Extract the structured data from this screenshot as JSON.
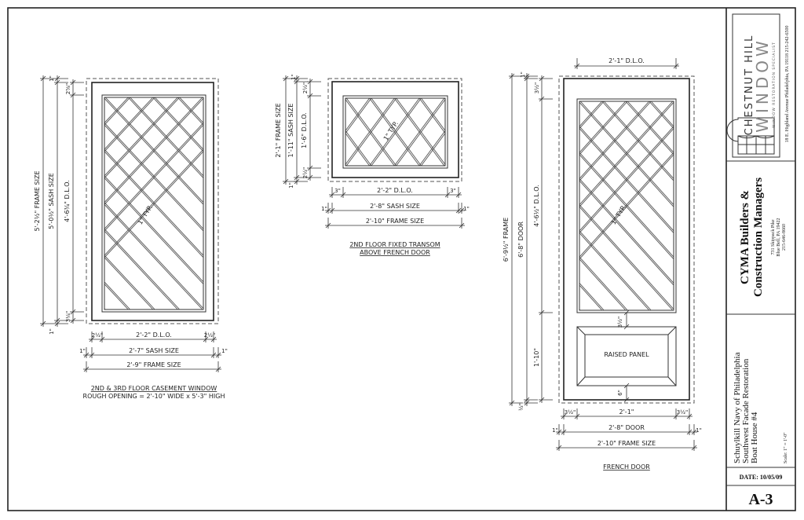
{
  "casement": {
    "frame_v": "5'-2½\" FRAME SIZE",
    "sash_v": "5'-0½\" SASH SIZE",
    "dlo_v": "4'-6¾\" D.L.O.",
    "top_frame": "1\"",
    "top_sash": "2⅝\"",
    "bot_sash": "3¼\"",
    "bot_frame": "1\"",
    "left_sash": "2½\"",
    "dlo_h": "2'-2\" D.L.O.",
    "right_sash": "2½\"",
    "left_frame": "1\"",
    "sash_h": "2'-7\" SASH SIZE",
    "right_frame": "1\"",
    "frame_h": "2'-9\" FRAME SIZE",
    "typ": "1\" TYP.",
    "title": "2ND & 3RD FLOOR CASEMENT WINDOW",
    "subtitle": "ROUGH OPENING = 2'-10\" WIDE x 5'-3\" HIGH"
  },
  "transom": {
    "frame_v": "2'-1\" FRAME SIZE",
    "sash_v": "1'-11\" SASH SIZE",
    "dlo_v": "1'-6\" D.L.O.",
    "top_frame": "1\"",
    "top_sash": "2½\"",
    "bot_sash": "2½\"",
    "bot_frame": "1\"",
    "left_sash": "3\"",
    "dlo_h": "2'-2\" D.L.O.",
    "right_sash": "3\"",
    "left_frame": "1\"",
    "sash_h": "2'-8\" SASH SIZE",
    "right_frame": "1\"",
    "frame_h": "2'-10\" FRAME SIZE",
    "typ": "1\" TYP.",
    "title": "2ND FLOOR FIXED TRANSOM",
    "subtitle": "ABOVE FRENCH DOOR"
  },
  "door": {
    "dlo_top": "2'-1\" D.L.O.",
    "frame_v": "6'-9½\" FRAME",
    "door_v": "6'-8\" DOOR",
    "dlo_v": "4'-6½\" D.L.O.",
    "lower_v": "1'-10\"",
    "top_frame": "1\"",
    "top_stile": "3½\"",
    "bot_frame": "½\"",
    "panel_top": "3½\"",
    "panel_bot": "6\"",
    "left_stile": "3½\"",
    "dlo_h": "2'-1\"",
    "right_stile": "3½\"",
    "left_frame": "1\"",
    "door_h": "2'-8\" DOOR",
    "right_frame": "1\"",
    "frame_h": "2'-10\" FRAME SIZE",
    "panel": "RAISED PANEL",
    "typ": "1\" TYP.",
    "title": "FRENCH DOOR"
  },
  "title_block": {
    "logo_line1": "CHESTNUT HILL",
    "logo_line2": "WINDOW",
    "logo_tagline": "WINDOW RESTORATION SPECIALIST",
    "logo_address": "18 E. Highland Avenue    Philadelphia, PA 19118    215-242-6500",
    "firm_line1": "CYMA Builders &",
    "firm_line2": "Construction Managers",
    "firm_address1": "731 Skippack Pike",
    "firm_address2": "Blue Bell, PA 19422",
    "firm_phone": "215-646-8660",
    "project_line1": "Schuylkill Navy of Philadelphia",
    "project_line2": "Southwest Facade Restoration",
    "project_line3": "Boat House #4",
    "scale": "Scale: 1\" = 1'-0\"",
    "date": "DATE: 10/05/09",
    "sheet": "A-3"
  },
  "colors": {
    "ink": "#222222",
    "paper": "#ffffff"
  }
}
